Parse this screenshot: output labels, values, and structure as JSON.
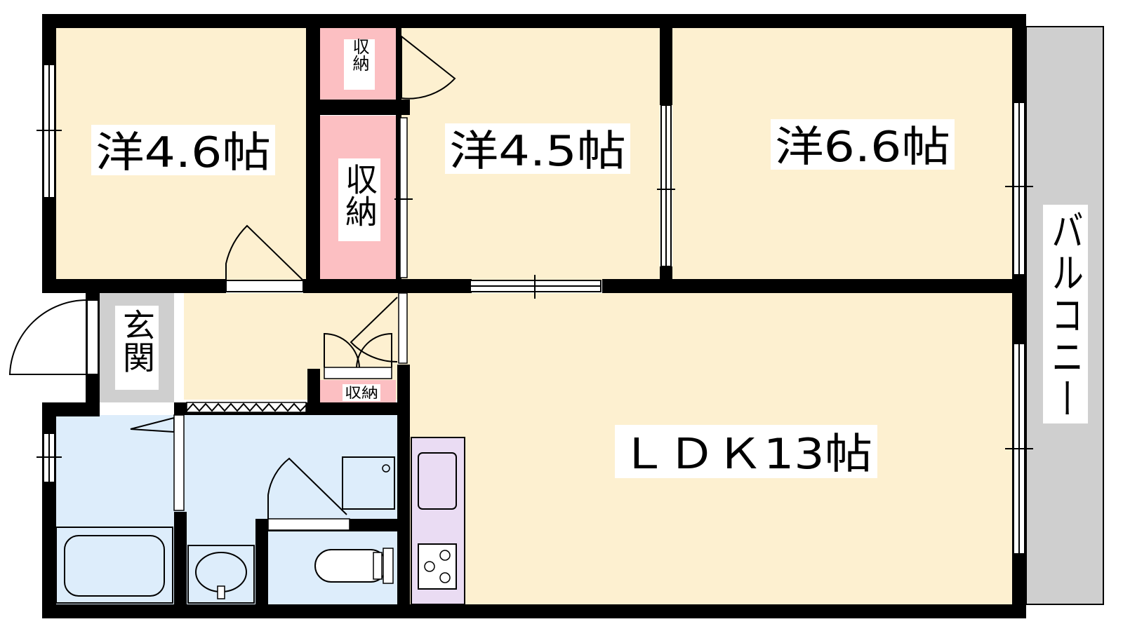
{
  "rooms": {
    "western_1": "洋4.6帖",
    "western_2": "洋4.5帖",
    "western_3": "洋6.6帖",
    "ldk": "ＬＤＫ13帖",
    "entrance": "玄関",
    "balcony": "バルコニー",
    "storage_small_top": "収納",
    "storage_large": "収納",
    "storage_hall": "収納"
  },
  "colors": {
    "bedroom_fill": "#fdf0d0",
    "storage_fill": "#fcbfc2",
    "wet_area_fill": "#ddedfb",
    "entrance_fill": "#cfcfcf",
    "balcony_fill": "#cfcfcf",
    "kitchen_fill": "#eadcf3",
    "wall": "#000000"
  }
}
